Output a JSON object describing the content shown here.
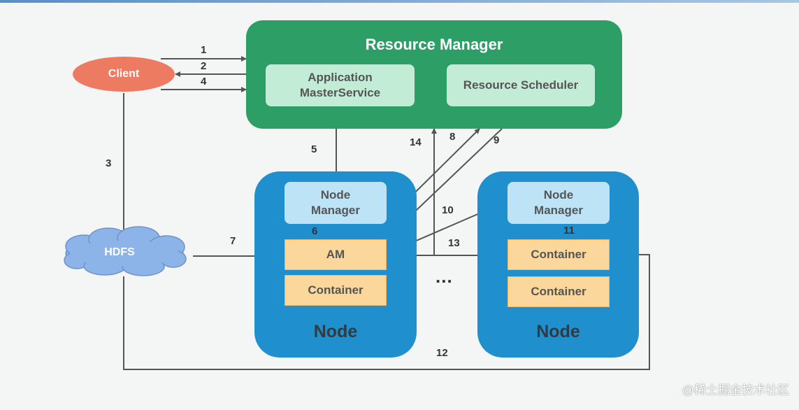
{
  "resource_manager": {
    "title": "Resource Manager",
    "app_master_service": "Application\nMasterService",
    "resource_scheduler": "Resource Scheduler"
  },
  "client": "Client",
  "hdfs": "HDFS",
  "nodes": [
    {
      "label": "Node",
      "node_manager": "Node\nManager",
      "boxes": [
        "AM",
        "Container"
      ]
    },
    {
      "label": "Node",
      "node_manager": "Node\nManager",
      "boxes": [
        "Container",
        "Container"
      ]
    }
  ],
  "ellipsis": "...",
  "steps": [
    "1",
    "2",
    "4",
    "3",
    "5",
    "6",
    "7",
    "8",
    "9",
    "10",
    "11",
    "12",
    "13",
    "14"
  ],
  "watermark": "@稀土掘金技术社区",
  "colors": {
    "resource_manager": "#2e9e67",
    "rm_inner": "#c2ecd6",
    "node": "#1f8fce",
    "node_manager": "#bde3f6",
    "container": "#fbd79b",
    "client": "#ed7b62",
    "hdfs": "#8db4e8",
    "arrow": "#555555"
  }
}
